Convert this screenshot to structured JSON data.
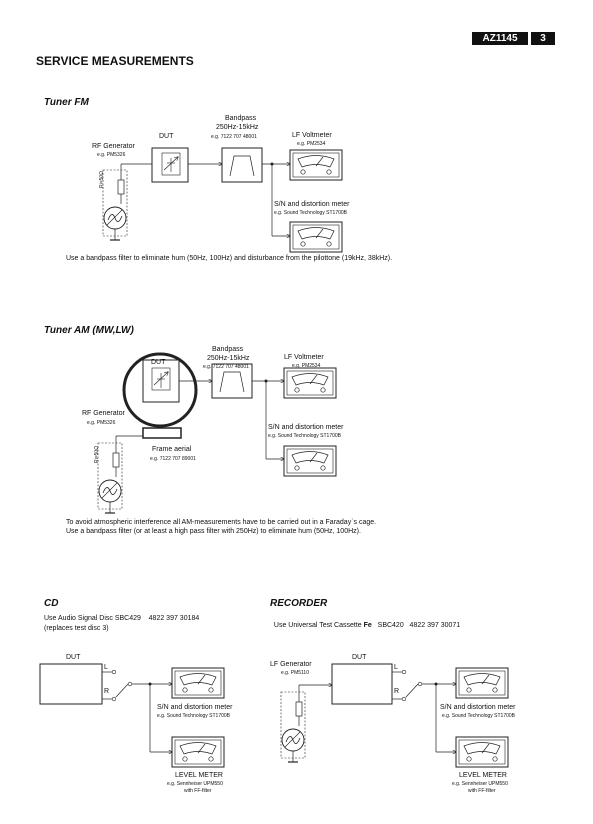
{
  "header": {
    "model": "AZ1145",
    "page": "3"
  },
  "title": "SERVICE MEASUREMENTS",
  "fm": {
    "heading": "Tuner FM",
    "dut": "DUT",
    "bandpass": "Bandpass",
    "bandpass_range": "250Hz-15kHz",
    "bandpass_eg": "e.g. 7122 707 48001",
    "lf_voltmeter": "LF Voltmeter",
    "lf_voltmeter_eg": "e.g. PM2534",
    "rf_generator": "RF Generator",
    "rf_generator_eg": "e.g. PM5326",
    "ri": "Ri=50Ω",
    "sn_meter": "S/N and distortion meter",
    "sn_meter_eg": "e.g. Sound Technology ST1700B",
    "note": "Use a bandpass filter to eliminate hum (50Hz, 100Hz) and disturbance from the pilottone (19kHz, 38kHz)."
  },
  "am": {
    "heading": "Tuner AM (MW,LW)",
    "dut": "DUT",
    "bandpass": "Bandpass",
    "bandpass_range": "250Hz-15kHz",
    "bandpass_eg": "e.g. 7122 707 48001",
    "lf_voltmeter": "LF Voltmeter",
    "lf_voltmeter_eg": "e.g. PM2534",
    "rf_generator": "RF Generator",
    "rf_generator_eg": "e.g. PM5326",
    "ri": "Ri=50Ω",
    "frame_aerial": "Frame aerial",
    "frame_aerial_eg": "e.g. 7122 707 89001",
    "sn_meter": "S/N and distortion meter",
    "sn_meter_eg": "e.g. Sound Technology ST1700B",
    "note1": "To avoid atmospheric interference all AM-measurements have to be carried out in a Faraday`s cage.",
    "note2": "Use a bandpass filter (or at least a high pass filter with 250Hz) to eliminate hum (50Hz, 100Hz)."
  },
  "cd": {
    "heading": "CD",
    "line1": "Use Audio Signal Disc SBC429    4822 397 30184",
    "line2": "(replaces test disc 3)",
    "dut": "DUT",
    "l": "L",
    "r": "R",
    "sn_meter": "S/N and distortion meter",
    "sn_meter_eg": "e.g. Sound Technology ST1700B",
    "level_meter": "LEVEL METER",
    "level_meter_eg": "e.g. Sennheiser UPM550",
    "level_meter_eg2": "with FF-filter"
  },
  "recorder": {
    "heading": "RECORDER",
    "line1_pre": "Use Universal Test Cassette ",
    "line1_fe": "Fe",
    "line1_post": "   SBC420   4822 397 30071",
    "dut": "DUT",
    "lf_generator": "LF Generator",
    "lf_generator_eg": "e.g. PM5110",
    "l": "L",
    "r": "R",
    "sn_meter": "S/N and distortion meter",
    "sn_meter_eg": "e.g. Sound Technology ST1700B",
    "level_meter": "LEVEL METER",
    "level_meter_eg": "e.g. Sennheiser UPM550",
    "level_meter_eg2": "with FF-filter"
  }
}
